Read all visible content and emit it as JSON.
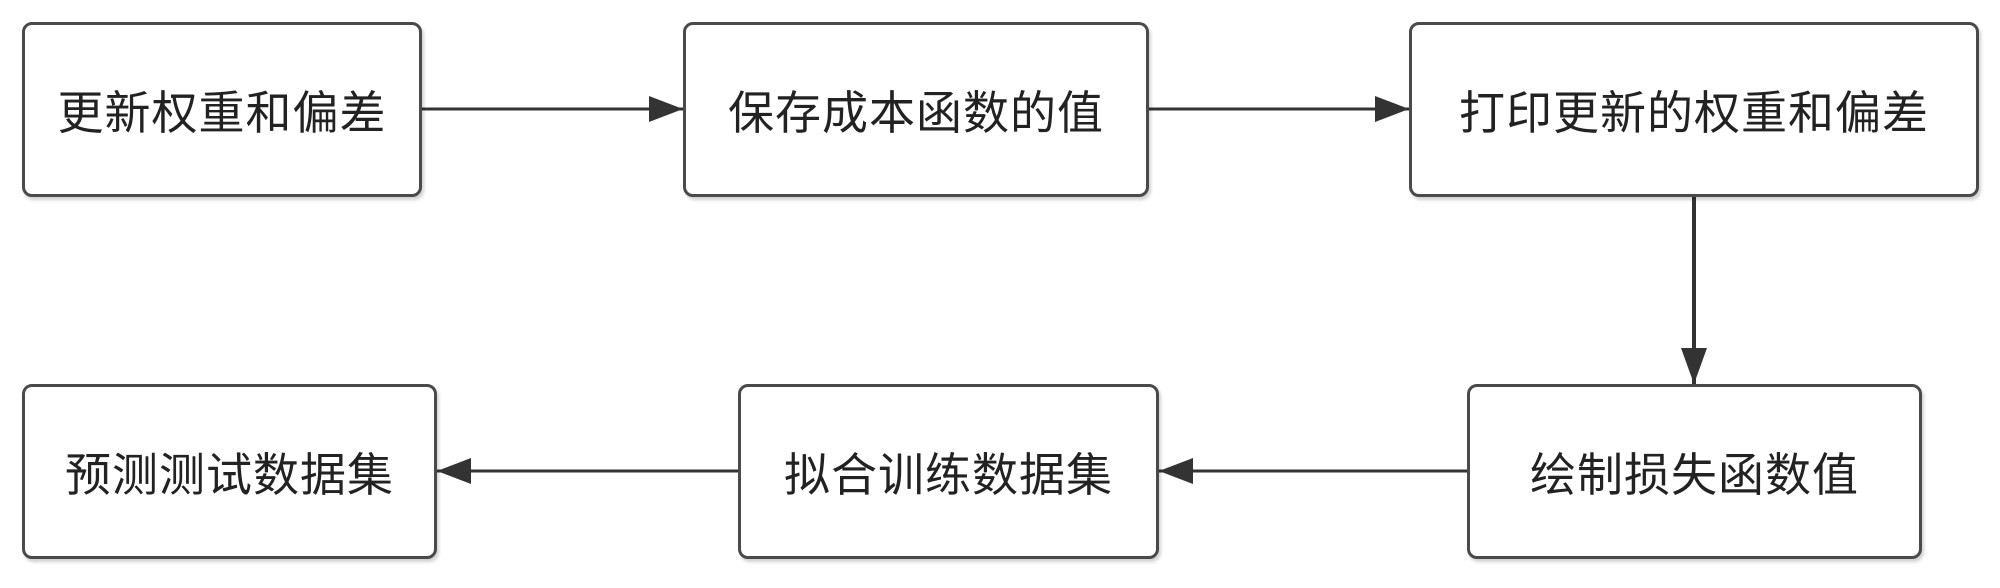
{
  "flowchart": {
    "nodes": [
      {
        "id": "n1",
        "label": "更新权重和偏差"
      },
      {
        "id": "n2",
        "label": "保存成本函数的值"
      },
      {
        "id": "n3",
        "label": "打印更新的权重和偏差"
      },
      {
        "id": "n4",
        "label": "绘制损失函数值"
      },
      {
        "id": "n5",
        "label": "拟合训练数据集"
      },
      {
        "id": "n6",
        "label": "预测测试数据集"
      }
    ],
    "edges": [
      {
        "from": "n1",
        "to": "n2"
      },
      {
        "from": "n2",
        "to": "n3"
      },
      {
        "from": "n3",
        "to": "n4"
      },
      {
        "from": "n4",
        "to": "n5"
      },
      {
        "from": "n5",
        "to": "n6"
      }
    ],
    "colors": {
      "border": "#4a4a4a",
      "text": "#222222",
      "arrow": "#333333",
      "background": "#ffffff"
    }
  }
}
